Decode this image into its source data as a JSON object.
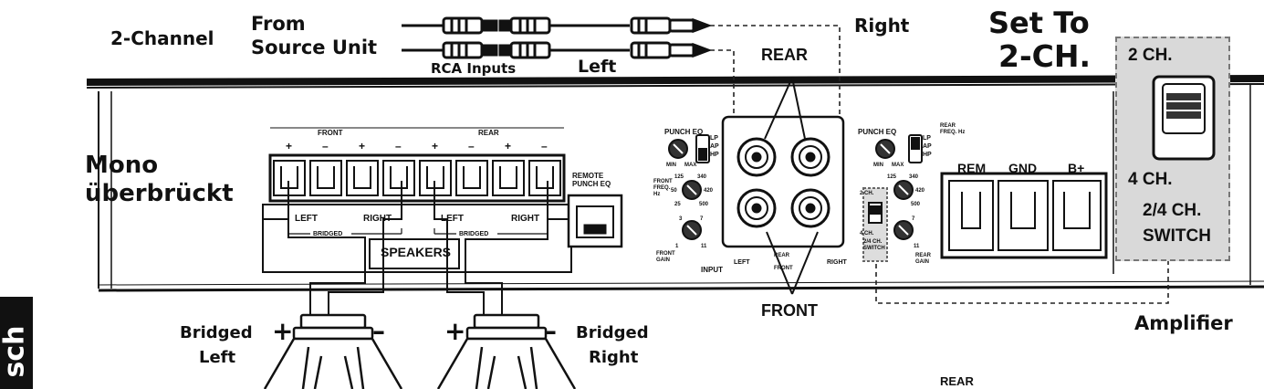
{
  "top": {
    "two_channel": "2-Channel",
    "from": "From",
    "source_unit": "Source Unit",
    "rca_inputs": "RCA Inputs",
    "left": "Left",
    "right": "Right",
    "set_to": "Set To",
    "two_ch": "2-CH."
  },
  "callouts": {
    "rear": "REAR",
    "front": "FRONT",
    "mono": "Mono",
    "bridged_de": "überbrückt",
    "speakers": "SPEAKERS",
    "amplifier": "Amplifier",
    "bridged_left_1": "Bridged",
    "bridged_left_2": "Left",
    "bridged_right_1": "Bridged",
    "bridged_right_2": "Right",
    "plus": "+",
    "minus": "–",
    "bottom_rear": "REAR",
    "language_tab": "sch"
  },
  "amp": {
    "front": "FRONT",
    "rear": "REAR",
    "polarity": [
      "+",
      "–",
      "+",
      "–",
      "+",
      "–",
      "+",
      "–"
    ],
    "left": "LEFT",
    "right": "RIGHT",
    "bridged": "BRIDGED",
    "remote_punch_eq_1": "REMOTE",
    "remote_punch_eq_2": "PUNCH EQ",
    "punch_eq": "PUNCH EQ",
    "min": "MIN",
    "max": "MAX",
    "front_freq": "FRONT FREQ. Hz",
    "rear_freq": "REAR FREQ. Hz",
    "front_gain": "FRONT GAIN",
    "rear_gain": "REAR GAIN",
    "input": "INPUT",
    "input_left": "LEFT",
    "input_right": "RIGHT",
    "input_rear": "REAR",
    "input_front": "FRONT",
    "freq_ticks": [
      "125",
      "340",
      "50",
      "420",
      "25",
      "500"
    ],
    "gain_ticks": [
      "3",
      "7",
      "1",
      "11"
    ],
    "lp": "LP",
    "ap": "AP",
    "hp": "HP",
    "switch_2ch": "2 CH.",
    "switch_4ch": "4 CH.",
    "switch_label": "2/4 CH. SWITCH",
    "rem": "REM",
    "gnd": "GND",
    "bplus": "B+"
  },
  "switch_panel": {
    "two_ch": "2 CH.",
    "four_ch": "4 CH.",
    "label_1": "2/4 CH.",
    "label_2": "SWITCH"
  }
}
